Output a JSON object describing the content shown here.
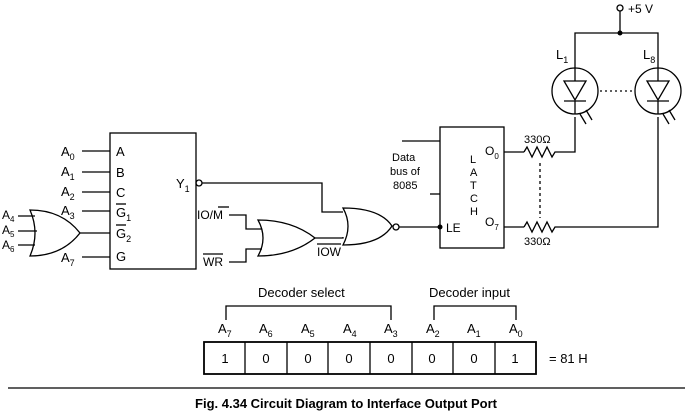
{
  "decoder": {
    "inputs": [
      {
        "name": "A",
        "sub": "0",
        "pin": "A"
      },
      {
        "name": "A",
        "sub": "1",
        "pin": "B"
      },
      {
        "name": "A",
        "sub": "2",
        "pin": "C"
      },
      {
        "name": "A",
        "sub": "3",
        "pin": "G",
        "pin_sub": "1"
      },
      {
        "name": "",
        "sub": "",
        "pin": "G",
        "pin_sub": "2"
      },
      {
        "name": "A",
        "sub": "7",
        "pin": "G"
      }
    ],
    "or_inputs": [
      {
        "name": "A",
        "sub": "4"
      },
      {
        "name": "A",
        "sub": "5"
      },
      {
        "name": "A",
        "sub": "6"
      }
    ],
    "output": {
      "name": "Y",
      "sub": "1"
    }
  },
  "control": {
    "io_m": {
      "prefix": "IO/",
      "bar": "M"
    },
    "wr": "WR",
    "iow": "IOW"
  },
  "latch": {
    "letters": [
      "L",
      "A",
      "T",
      "C",
      "H"
    ],
    "le": "LE",
    "out0": {
      "name": "O",
      "sub": "0"
    },
    "out7": {
      "name": "O",
      "sub": "7"
    },
    "data_bus": [
      "Data",
      "bus of",
      "8085"
    ]
  },
  "resistors": {
    "r0": "330Ω",
    "r7": "330Ω"
  },
  "leds": {
    "l1": {
      "name": "L",
      "sub": "1"
    },
    "l8": {
      "name": "L",
      "sub": "8"
    }
  },
  "supply": "+5 V",
  "address_table": {
    "decoder_select_label": "Decoder select",
    "decoder_input_label": "Decoder input",
    "headers": [
      {
        "name": "A",
        "sub": "7"
      },
      {
        "name": "A",
        "sub": "6"
      },
      {
        "name": "A",
        "sub": "5"
      },
      {
        "name": "A",
        "sub": "4"
      },
      {
        "name": "A",
        "sub": "3"
      },
      {
        "name": "A",
        "sub": "2"
      },
      {
        "name": "A",
        "sub": "1"
      },
      {
        "name": "A",
        "sub": "0"
      }
    ],
    "bits": [
      "1",
      "0",
      "0",
      "0",
      "0",
      "0",
      "0",
      "1"
    ],
    "result": "= 81 H"
  },
  "caption": "Fig. 4.34 Circuit Diagram to Interface Output Port"
}
